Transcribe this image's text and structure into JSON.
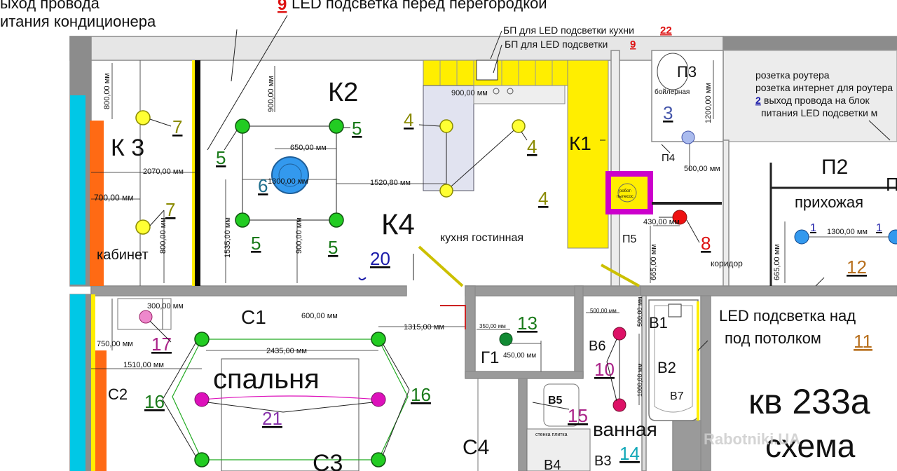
{
  "notes": {
    "top_left_1": "ыход провода",
    "top_left_2": "итания кондиционера",
    "led_num_9": "9",
    "led_9_text": "LED подсветка перед перегородкой",
    "bp_kitchen": "БП для LED подсветки кухни",
    "bp_kitchen_num": "22",
    "bp_led": "БП для LED подсветки",
    "bp_led_num": "9",
    "router_1": "розетка роутера",
    "router_2": "розетка интернет для роутера",
    "router_3_num": "2",
    "router_3": "выход провода на блок",
    "router_4": "питания LED подсветки м",
    "led_ceiling_1": "LED подсветка над",
    "led_ceiling_2": "под потолком",
    "led_ceiling_num": "11",
    "apartment_1": "кв 233а",
    "apartment_2": "схема",
    "watermark": "Rabotniki.UA"
  },
  "rooms": {
    "k3": "К 3",
    "k2": "К2",
    "k4": "К4",
    "k1": "К1",
    "p3": "П3",
    "p4": "П4",
    "p2": "П2",
    "p_edge": "П",
    "p5": "П5",
    "c1": "С1",
    "c2": "С2",
    "c3": "С3",
    "c4": "С4",
    "g1": "Г1",
    "v1": "В1",
    "v2": "В2",
    "v3": "В3",
    "v4": "В4",
    "v5": "В5",
    "v6": "В6",
    "v7": "В7",
    "cabinet": "кабинет",
    "kitchen": "кухня гостинная",
    "corridor": "коридор",
    "hall": "прихожая",
    "bedroom": "спальня",
    "bathroom": "ванная",
    "boiler": "бойлерная",
    "robot_1": "робот-",
    "robot_2": "пылесос",
    "tile_wall": "стенка плитка"
  },
  "dims": {
    "d800a": "800,00 мм",
    "d900a": "900,00 мм",
    "d650": "650,00 мм",
    "d900k": "900,00 мм",
    "d1200": "1200,00 мм",
    "d500a": "500,00 мм",
    "d2070": "2070,00 мм",
    "d700": "700,00 мм",
    "d1300a": "1300,00 мм",
    "d1520": "1520,80 мм",
    "d1535": "1535,00 мм",
    "d900b": "900,00 мм",
    "d800b": "800,00 мм",
    "d430": "430,00 мм",
    "d665a": "665,00 мм",
    "d665b": "665,00 мм",
    "d1300b": "1300,00 мм",
    "d300": "300,00 мм",
    "d600": "600,00 мм",
    "d1315": "1315,00 мм",
    "d750": "750,00 мм",
    "d2435": "2435,00 мм",
    "d1510": "1510,00 мм",
    "d350": "350,00 мм",
    "d450": "450,00 мм",
    "d500b": "500,00 мм",
    "d500c": "500,00 мм",
    "d1000": "1000,00 мм"
  },
  "markers": {
    "m7a": "7",
    "m7b": "7",
    "m5a": "5",
    "m5b": "5",
    "m5c": "5",
    "m5d": "5",
    "m6": "6",
    "m4a": "4",
    "m4b": "4",
    "m4c": "4",
    "m3": "3",
    "m8": "8",
    "m1a": "1",
    "m1b": "1",
    "m12": "12",
    "m20": "20",
    "m17": "17",
    "m16a": "16",
    "m16b": "16",
    "m21": "21",
    "m13": "13",
    "m10": "10",
    "m15": "15",
    "m14": "14"
  },
  "colors": {
    "wall": "#8c8c8c",
    "wall_fill": "#e6e6e6",
    "yellow_furniture": "#ffee00",
    "cyan_window": "#00c8e6",
    "orange_radiator": "#ff6a14",
    "green_light": "#22cc22",
    "yellow_light": "#ffff33",
    "blue_light": "#3399ee",
    "magenta_light": "#dd11bb",
    "red_light": "#ee1111",
    "pink_light": "#ee88cc",
    "label_green": "#1a7a1a",
    "label_olive": "#8a8a00",
    "label_blue": "#1f6e8c",
    "label_purple": "#8833aa",
    "label_magenta": "#aa2288",
    "label_brown": "#b8701e",
    "label_teal": "#11a8b8",
    "label_red": "#dd1111",
    "label_navy": "#1a1aa8"
  }
}
